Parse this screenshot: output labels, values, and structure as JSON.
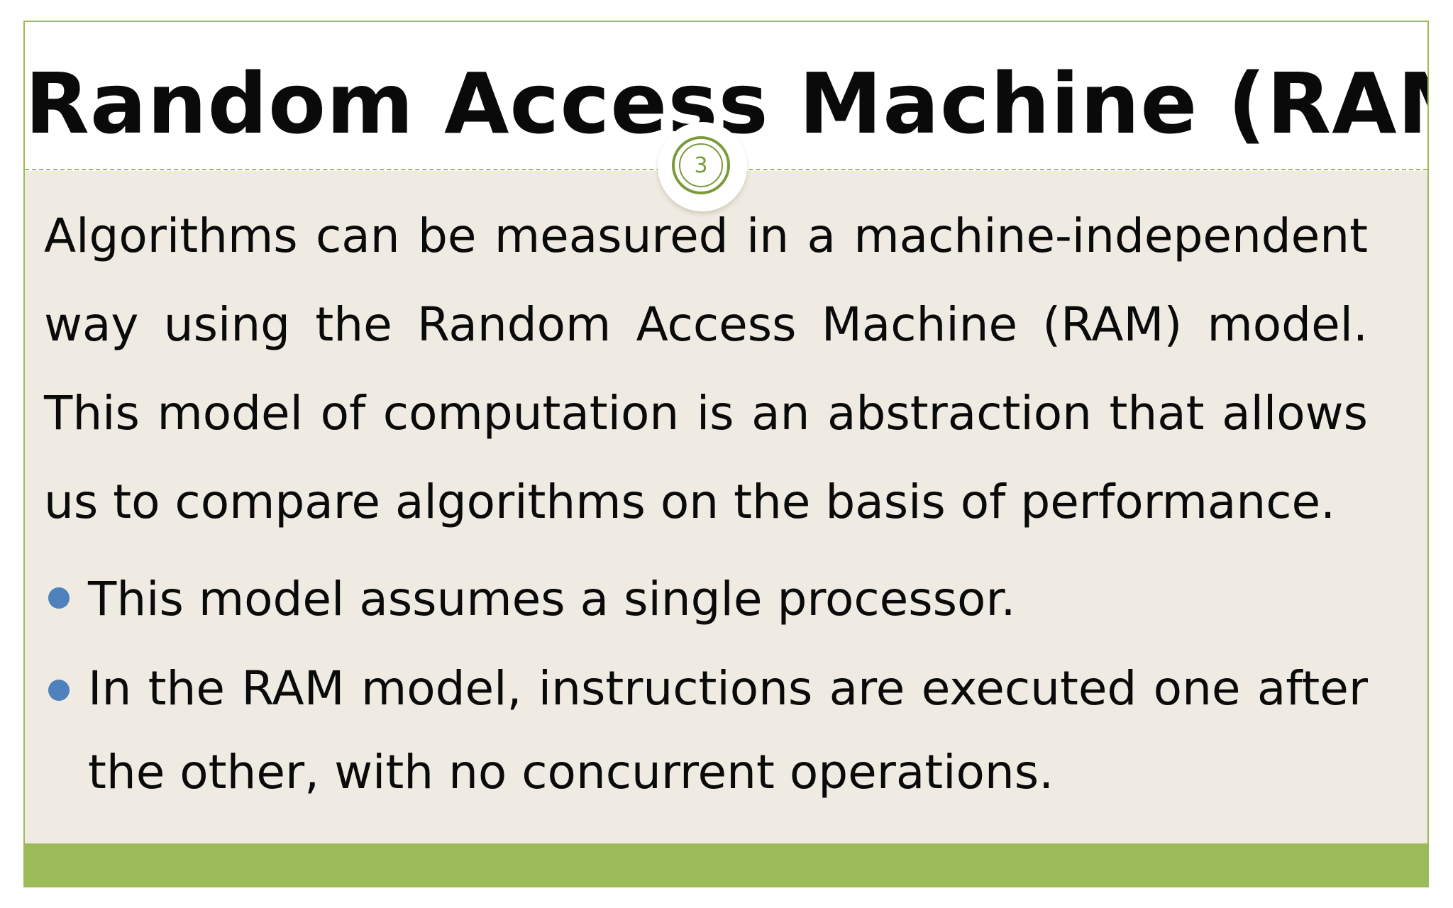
{
  "slide": {
    "title": "Random Access Machine (RAM)",
    "page_number": "3",
    "intro": "Algorithms can be measured in a machine-independent way using the Random Access Machine (RAM) model. This model of computation is an abstraction that allows us to compare algorithms on the basis of performance.",
    "bullets": [
      {
        "text": "This model assumes a single processor."
      },
      {
        "text": "In the RAM model, instructions are executed one after the other, with no concurrent operations."
      }
    ]
  },
  "colors": {
    "accent_green": "#9bbb59",
    "badge_green": "#7b9a3a",
    "bullet_blue": "#4f81bd",
    "panel_beige": "#efebe2",
    "text": "#0a0a0a"
  }
}
